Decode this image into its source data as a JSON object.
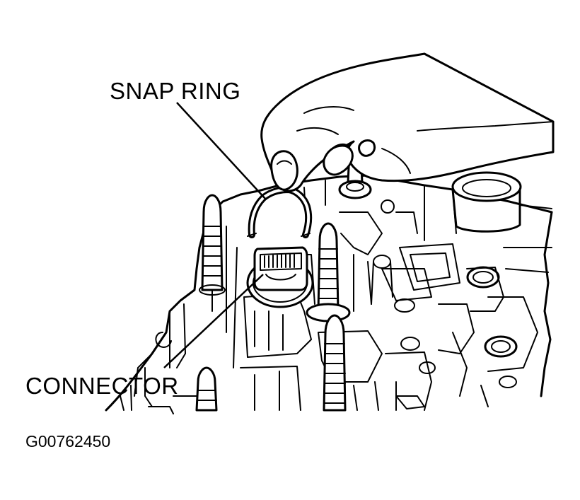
{
  "labels": {
    "snap_ring": "SNAP RING",
    "connector": "CONNECTOR",
    "figure_id": "G00762450"
  }
}
